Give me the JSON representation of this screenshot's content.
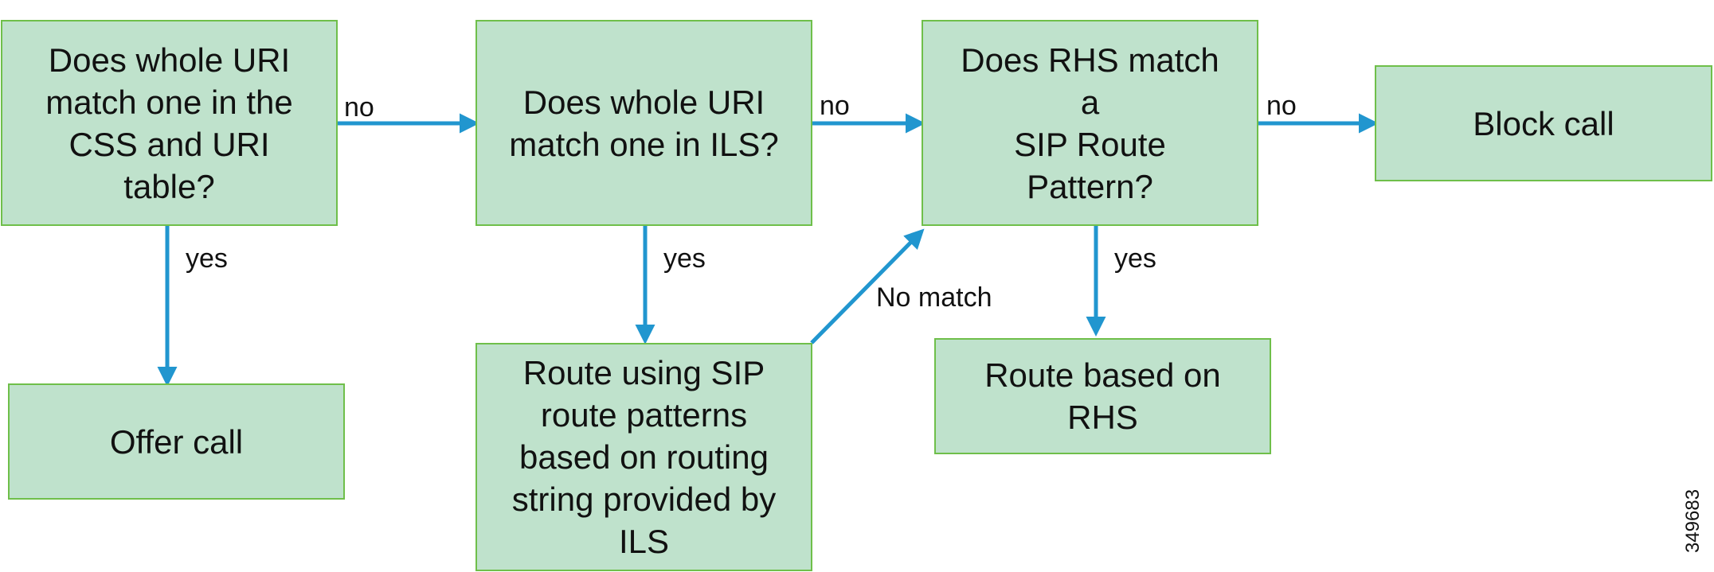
{
  "nodes": {
    "q_css_uri": {
      "text": "Does whole URI\nmatch one in the\nCSS and URI\ntable?"
    },
    "q_ils": {
      "text": "Does whole URI\nmatch one in ILS?"
    },
    "q_rhs": {
      "text": "Does RHS match\na\nSIP Route\nPattern?"
    },
    "block_call": {
      "text": "Block call"
    },
    "offer_call": {
      "text": "Offer call"
    },
    "route_sip": {
      "text": "Route using SIP\nroute patterns\nbased on routing\nstring provided by\nILS"
    },
    "route_rhs": {
      "text": "Route based on\nRHS"
    }
  },
  "edges": {
    "css_no": "no",
    "ils_no": "no",
    "rhs_no": "no",
    "css_yes": "yes",
    "ils_yes": "yes",
    "rhs_yes": "yes",
    "route_no_match": "No match"
  },
  "doc_id": "349683",
  "colors": {
    "box_fill": "#bfe2cc",
    "box_border": "#6fbf4a",
    "arrow": "#2196cf"
  }
}
